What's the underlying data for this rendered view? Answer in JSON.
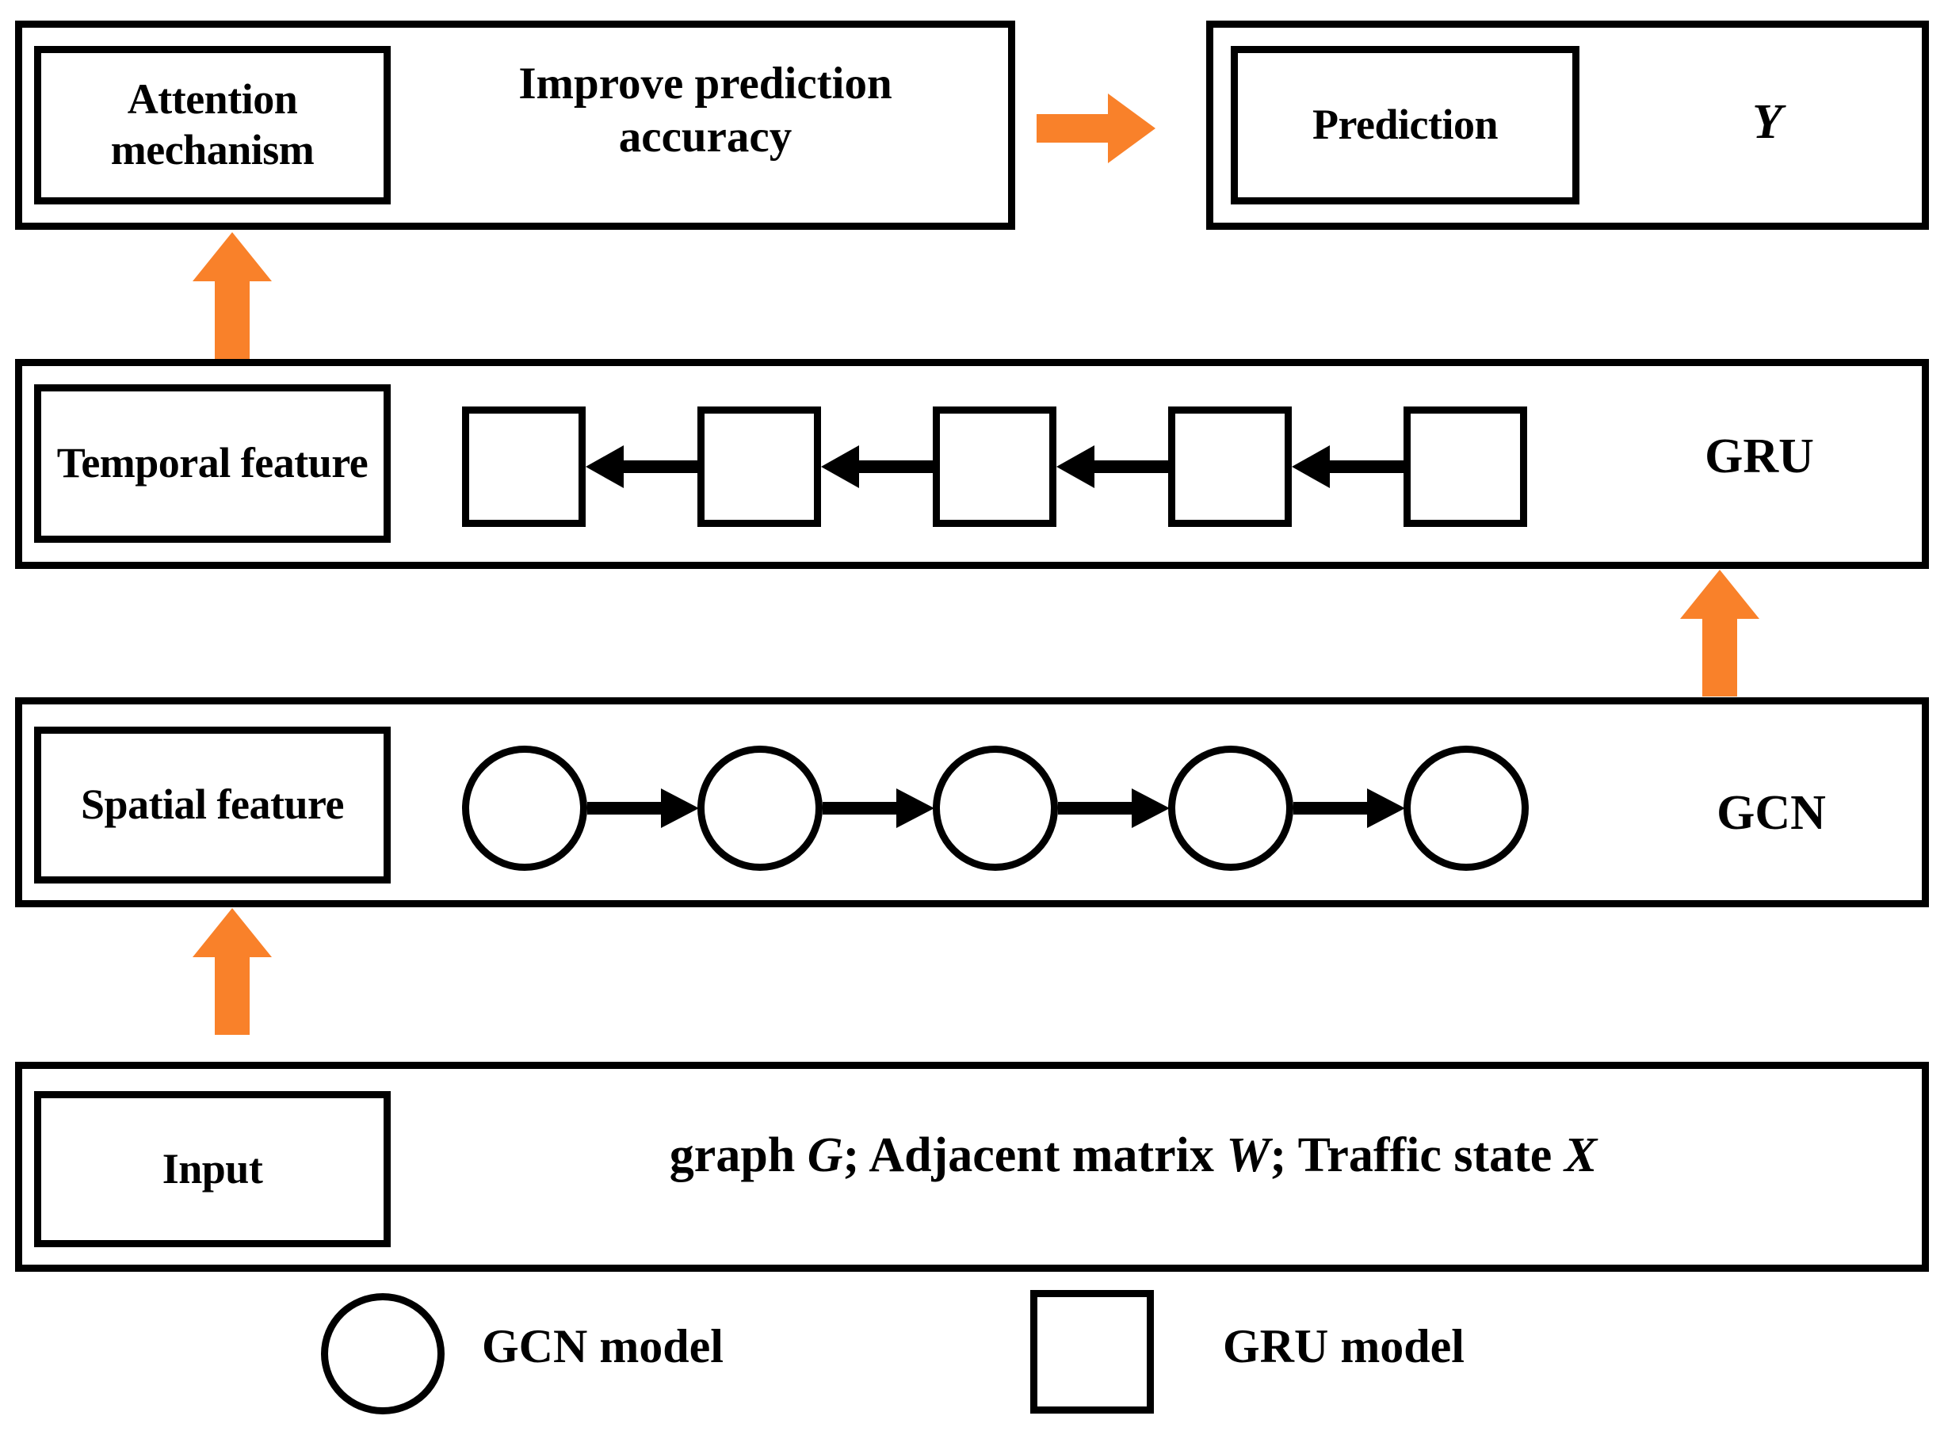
{
  "diagram": {
    "title": "Traffic prediction model architecture (GCN + GRU + Attention)",
    "accent_color": "#F9812A",
    "line_color": "#000000",
    "background": "#FFFFFF"
  },
  "rows": {
    "attention": {
      "box_label": "Attention\nmechanism",
      "description": "Improve prediction\naccuracy"
    },
    "prediction": {
      "box_label": "Prediction",
      "symbol": "Y"
    },
    "temporal": {
      "box_label": "Temporal\nfeature",
      "module_label": "GRU",
      "node_count": 5,
      "node_shape": "square",
      "flow_direction": "right-to-left"
    },
    "spatial": {
      "box_label": "Spatial\nfeature",
      "module_label": "GCN",
      "node_count": 5,
      "node_shape": "circle",
      "flow_direction": "left-to-right"
    },
    "input": {
      "box_label": "Input",
      "description_parts": [
        {
          "text": "graph ",
          "italic": false
        },
        {
          "text": "G",
          "italic": true
        },
        {
          "text": "; Adjacent matrix ",
          "italic": false
        },
        {
          "text": "W",
          "italic": true
        },
        {
          "text": "; Traffic state ",
          "italic": false
        },
        {
          "text": "X",
          "italic": true
        }
      ],
      "description_plain": "graph G; Adjacent matrix W; Traffic state X"
    }
  },
  "legend": {
    "items": [
      {
        "shape": "circle",
        "label": "GCN model"
      },
      {
        "shape": "square",
        "label": "GRU model"
      }
    ]
  },
  "arrows": {
    "input_to_spatial": "up",
    "spatial_to_temporal": "up",
    "temporal_to_attention": "up",
    "attention_to_prediction": "right"
  }
}
